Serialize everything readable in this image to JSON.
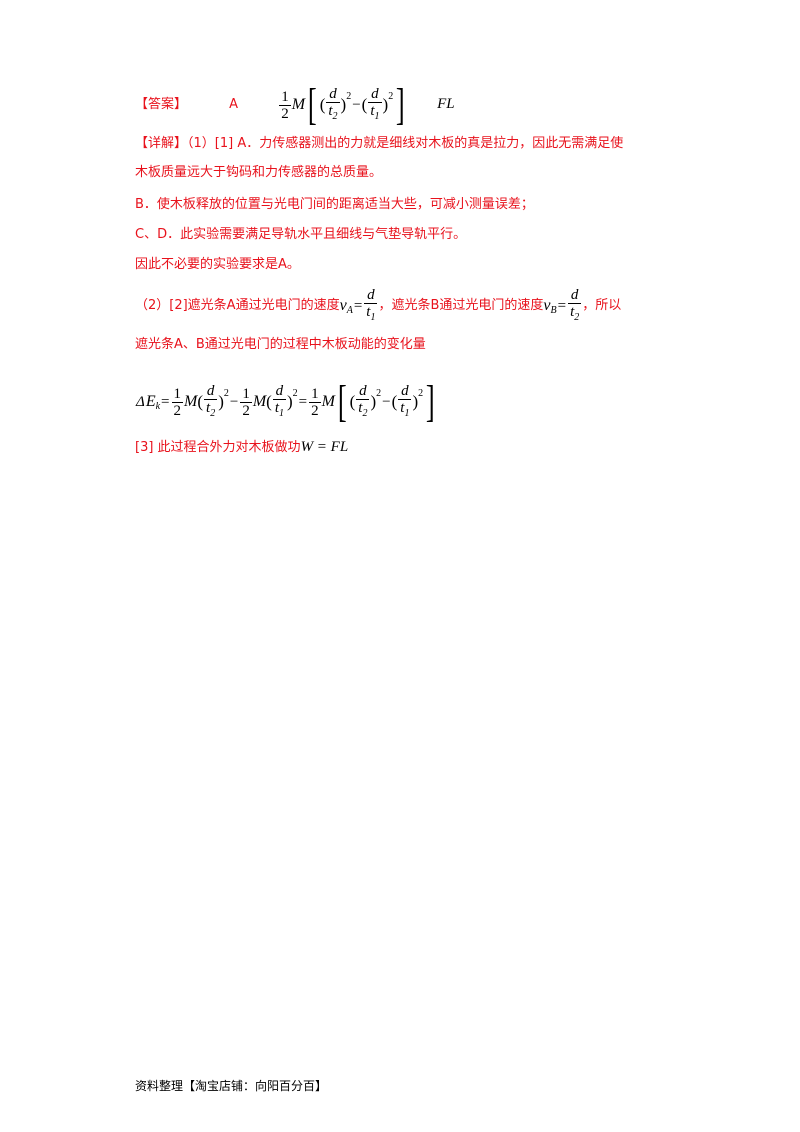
{
  "answer": {
    "label": "【答案】",
    "choice": "A",
    "third": "FL"
  },
  "detail": {
    "line1": "【详解】（1）[1] A．力传感器测出的力就是细线对木板的真是拉力，因此无需满足使",
    "line2": "木板质量远大于钩码和力传感器的总质量。",
    "line3": "B．使木板释放的位置与光电门间的距离适当大些，可减小测量误差；",
    "line4": "C、D．此实验需要满足导轨水平且细线与气垫导轨平行。",
    "line5": "因此不必要的实验要求是A。",
    "part2_a": "（2）[2]遮光条A通过光电门的速度",
    "part2_b": "，遮光条B通过光电门的速度",
    "part2_c": "，所以",
    "line7": "遮光条A、B通过光电门的过程中木板动能的变化量",
    "line9_label": "[3]  此过程合外力对木板做功",
    "line9_expr": "W = FL"
  },
  "footer": "资料整理【淘宝店铺：向阳百分百】"
}
